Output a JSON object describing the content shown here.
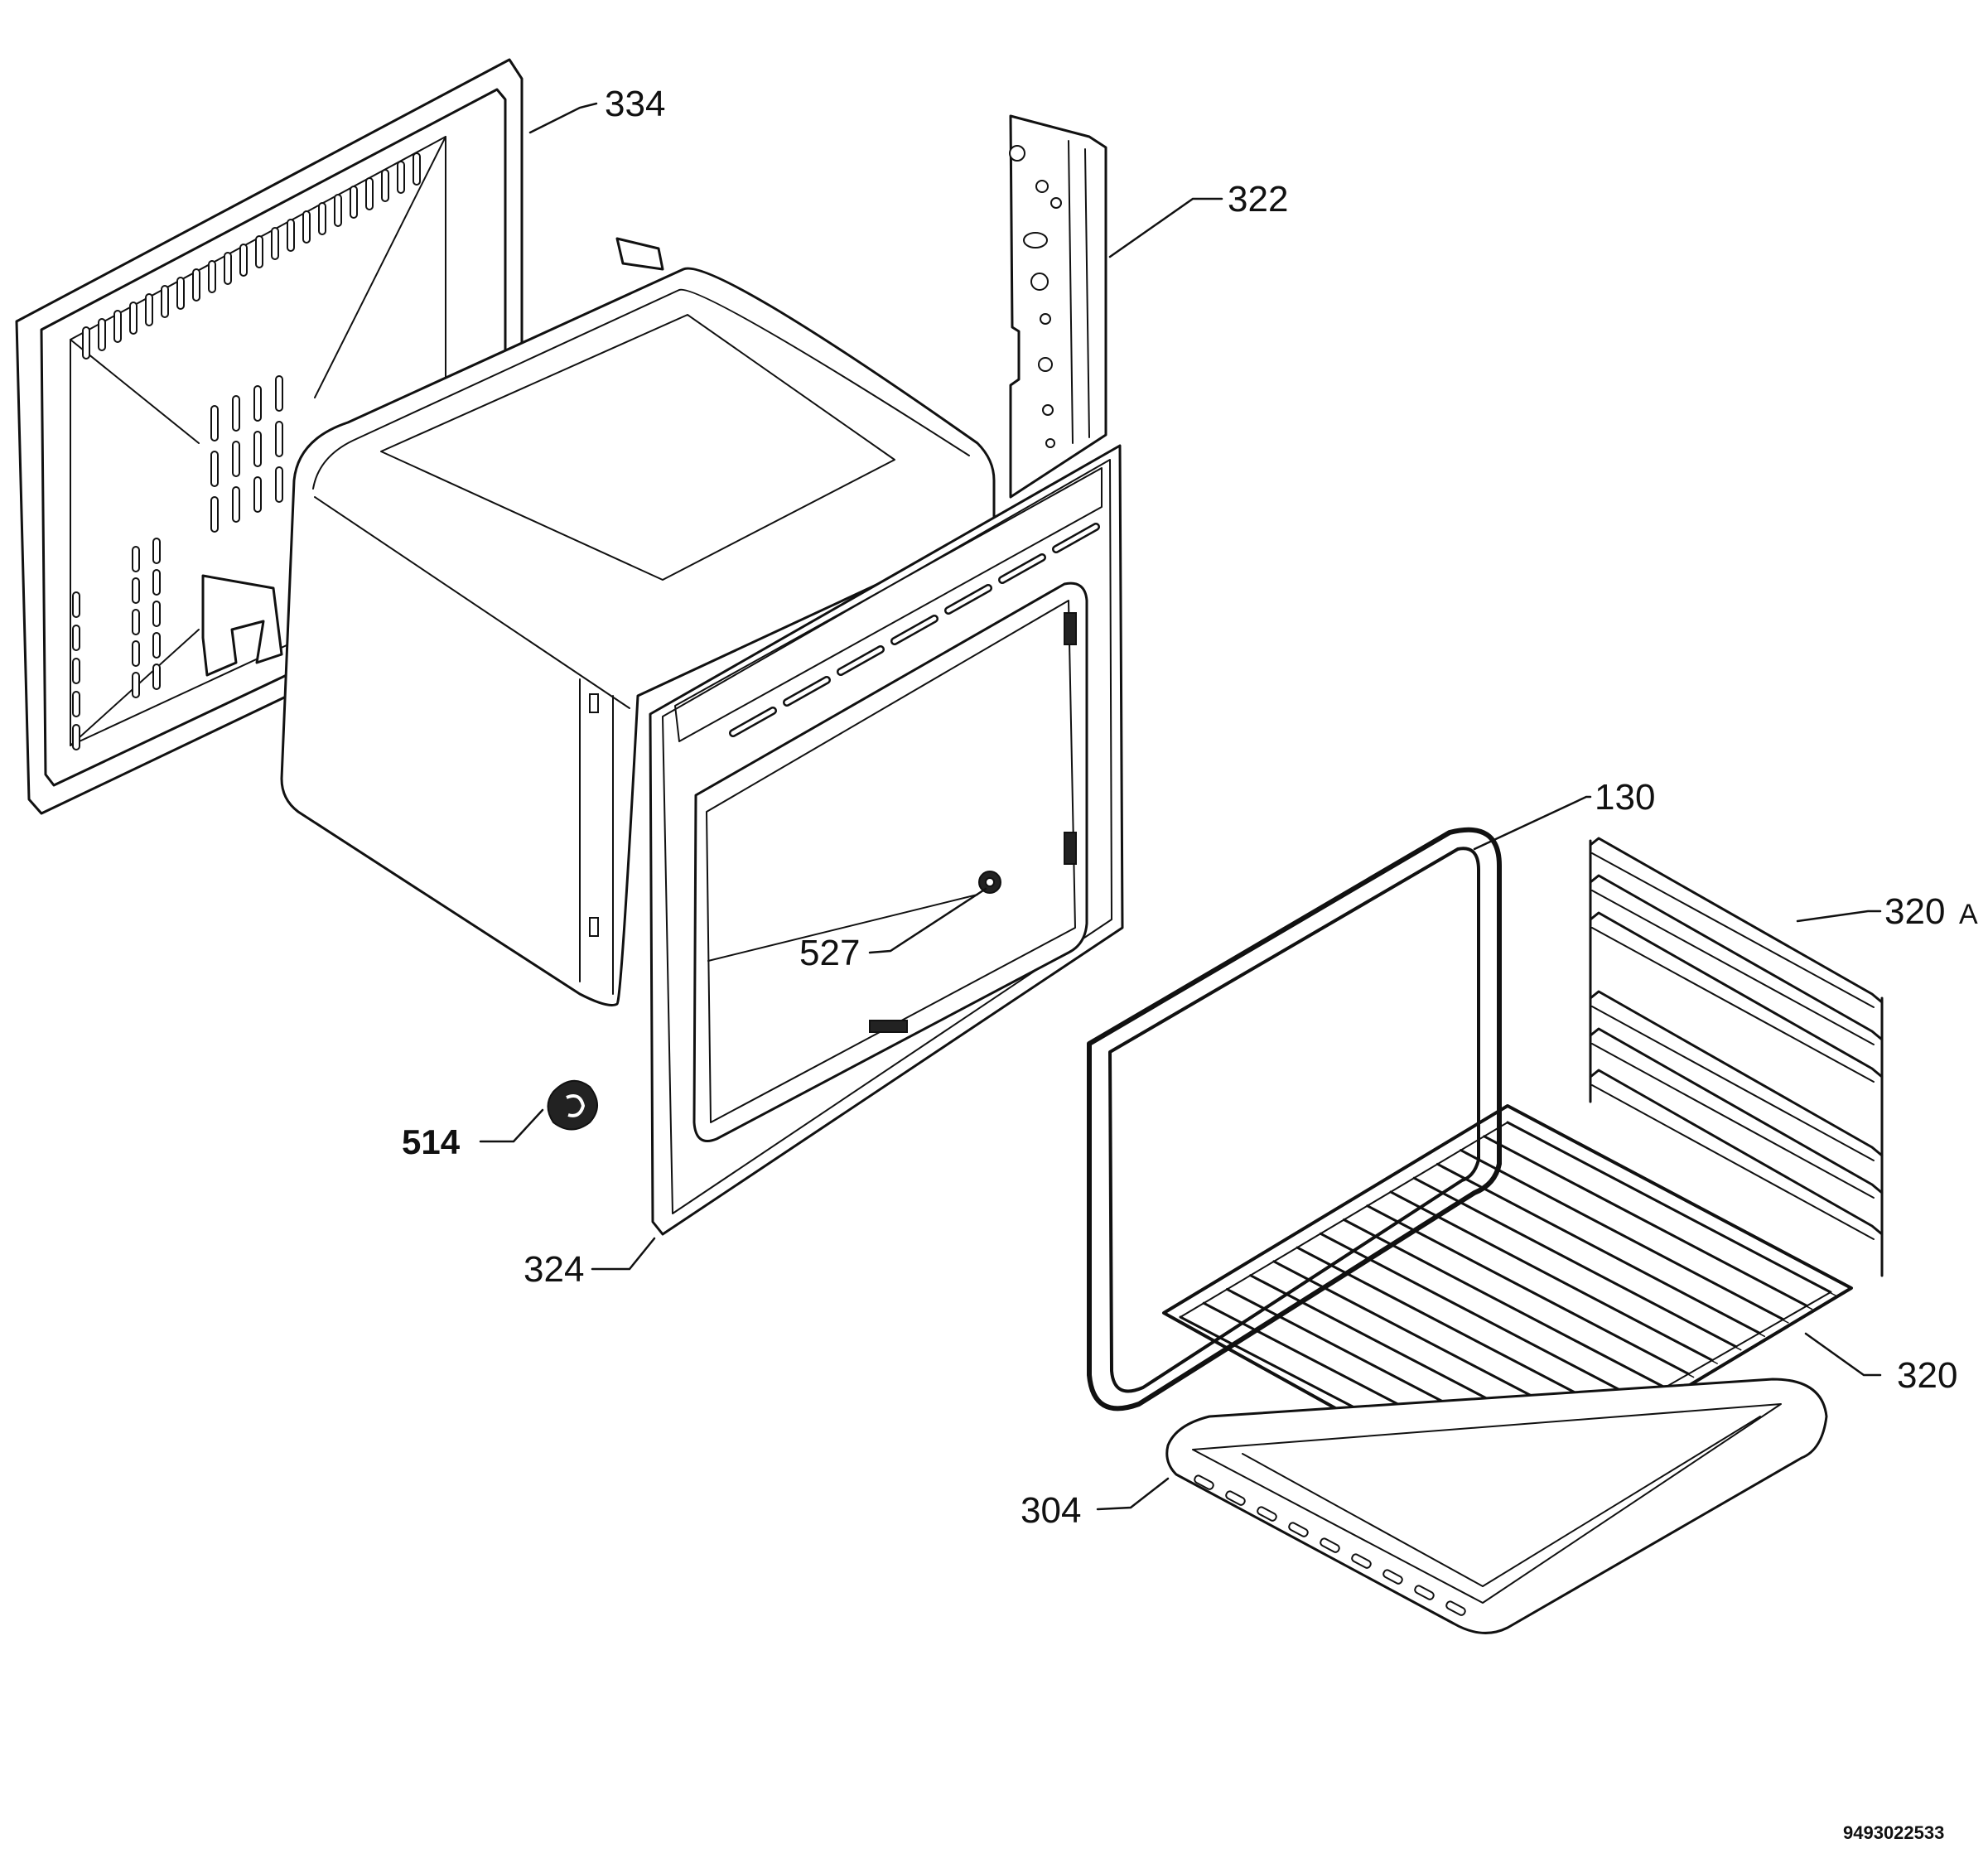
{
  "diagram": {
    "labels": {
      "p334": "334",
      "p322": "322",
      "p130": "130",
      "p320a_num": "320",
      "p320a_suffix": "A",
      "p527": "527",
      "p514": "514",
      "p324": "324",
      "p320": "320",
      "p304": "304"
    },
    "drawing_ref": "9493022533"
  }
}
